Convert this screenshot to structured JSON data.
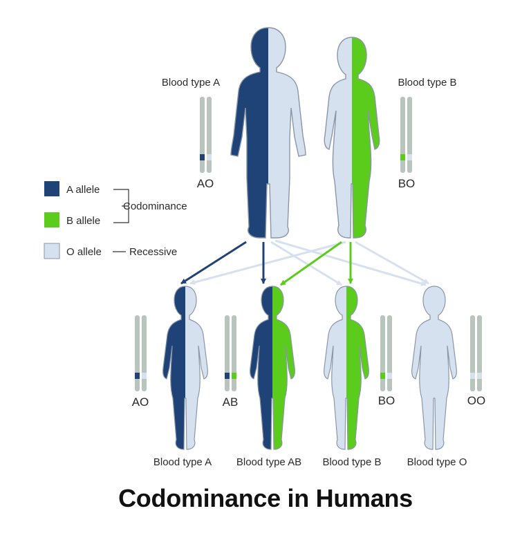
{
  "title": "Codominance in Humans",
  "colors": {
    "a_allele": "#1f4277",
    "b_allele": "#5ccc1c",
    "o_allele": "#d6e1f0",
    "body_outline": "#8a96a8",
    "chromosome": "#b9c4bd"
  },
  "legend": {
    "a_allele": "A allele",
    "b_allele": "B allele",
    "o_allele": "O allele",
    "codominance": "Codominance",
    "recessive": "Recessive"
  },
  "parents": {
    "father": {
      "blood_type": "Blood type A",
      "genotype": "AO"
    },
    "mother": {
      "blood_type": "Blood type B",
      "genotype": "BO"
    }
  },
  "children": [
    {
      "blood_type": "Blood type A",
      "genotype": "AO"
    },
    {
      "blood_type": "Blood type AB",
      "genotype": "AB"
    },
    {
      "blood_type": "Blood type B",
      "genotype": "BO"
    },
    {
      "blood_type": "Blood type O",
      "genotype": "OO"
    }
  ]
}
